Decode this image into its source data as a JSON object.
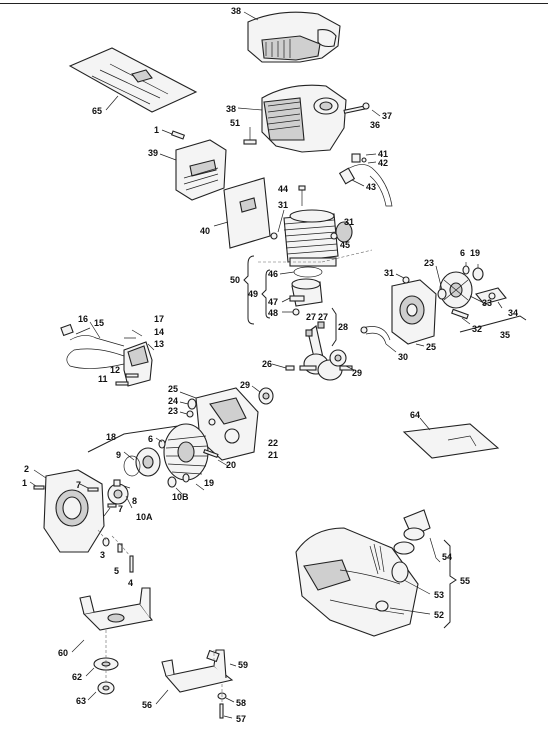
{
  "labels": [
    {
      "id": "p38a",
      "text": "38"
    },
    {
      "id": "p38b",
      "text": "38"
    },
    {
      "id": "p65",
      "text": "65"
    },
    {
      "id": "p1a",
      "text": "1"
    },
    {
      "id": "p51",
      "text": "51"
    },
    {
      "id": "p37",
      "text": "37"
    },
    {
      "id": "p36",
      "text": "36"
    },
    {
      "id": "p39",
      "text": "39"
    },
    {
      "id": "p41",
      "text": "41"
    },
    {
      "id": "p42",
      "text": "42"
    },
    {
      "id": "p43",
      "text": "43"
    },
    {
      "id": "p44",
      "text": "44"
    },
    {
      "id": "p40",
      "text": "40"
    },
    {
      "id": "p31a",
      "text": "31"
    },
    {
      "id": "p31b",
      "text": "31"
    },
    {
      "id": "p45",
      "text": "45"
    },
    {
      "id": "p46",
      "text": "46"
    },
    {
      "id": "p50",
      "text": "50"
    },
    {
      "id": "p49",
      "text": "49"
    },
    {
      "id": "p47",
      "text": "47"
    },
    {
      "id": "p48",
      "text": "48"
    },
    {
      "id": "p31c",
      "text": "31"
    },
    {
      "id": "p23a",
      "text": "23"
    },
    {
      "id": "p6a",
      "text": "6"
    },
    {
      "id": "p19a",
      "text": "19"
    },
    {
      "id": "p33",
      "text": "33"
    },
    {
      "id": "p34",
      "text": "34"
    },
    {
      "id": "p32",
      "text": "32"
    },
    {
      "id": "p35",
      "text": "35"
    },
    {
      "id": "p25a",
      "text": "25"
    },
    {
      "id": "p30",
      "text": "30"
    },
    {
      "id": "p27a",
      "text": "27"
    },
    {
      "id": "p27b",
      "text": "27"
    },
    {
      "id": "p28",
      "text": "28"
    },
    {
      "id": "p16",
      "text": "16"
    },
    {
      "id": "p15",
      "text": "15"
    },
    {
      "id": "p17",
      "text": "17"
    },
    {
      "id": "p14",
      "text": "14"
    },
    {
      "id": "p13",
      "text": "13"
    },
    {
      "id": "p12",
      "text": "12"
    },
    {
      "id": "p11",
      "text": "11"
    },
    {
      "id": "p26",
      "text": "26"
    },
    {
      "id": "p29a",
      "text": "29"
    },
    {
      "id": "p29b",
      "text": "29"
    },
    {
      "id": "p25b",
      "text": "25"
    },
    {
      "id": "p24",
      "text": "24"
    },
    {
      "id": "p23b",
      "text": "23"
    },
    {
      "id": "p64",
      "text": "64"
    },
    {
      "id": "p18",
      "text": "18"
    },
    {
      "id": "p9",
      "text": "9"
    },
    {
      "id": "p6b",
      "text": "6"
    },
    {
      "id": "p22",
      "text": "22"
    },
    {
      "id": "p21",
      "text": "21"
    },
    {
      "id": "p20",
      "text": "20"
    },
    {
      "id": "p19b",
      "text": "19"
    },
    {
      "id": "p10B",
      "text": "10B"
    },
    {
      "id": "p2",
      "text": "2"
    },
    {
      "id": "p1b",
      "text": "1"
    },
    {
      "id": "p7a",
      "text": "7"
    },
    {
      "id": "p8",
      "text": "8"
    },
    {
      "id": "p7b",
      "text": "7"
    },
    {
      "id": "p10A",
      "text": "10A"
    },
    {
      "id": "p3",
      "text": "3"
    },
    {
      "id": "p5",
      "text": "5"
    },
    {
      "id": "p4",
      "text": "4"
    },
    {
      "id": "p54",
      "text": "54"
    },
    {
      "id": "p55",
      "text": "55"
    },
    {
      "id": "p53",
      "text": "53"
    },
    {
      "id": "p52",
      "text": "52"
    },
    {
      "id": "p60",
      "text": "60"
    },
    {
      "id": "p62",
      "text": "62"
    },
    {
      "id": "p63",
      "text": "63"
    },
    {
      "id": "p59",
      "text": "59"
    },
    {
      "id": "p56",
      "text": "56"
    },
    {
      "id": "p58",
      "text": "58"
    },
    {
      "id": "p57",
      "text": "57"
    }
  ]
}
